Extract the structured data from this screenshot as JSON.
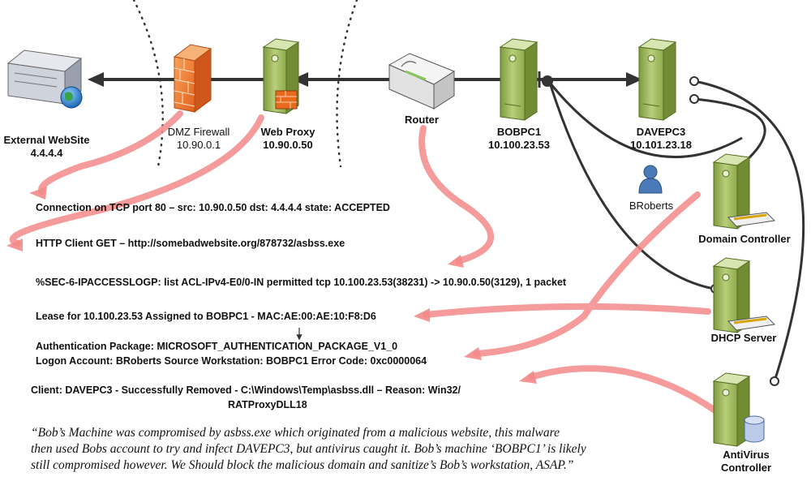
{
  "nodes": {
    "external_website": {
      "name": "External WebSite",
      "ip": "4.4.4.4"
    },
    "dmz_firewall": {
      "name": "DMZ Firewall",
      "ip": "10.90.0.1"
    },
    "web_proxy": {
      "name": "Web Proxy",
      "ip": "10.90.0.50"
    },
    "router": {
      "name": "Router"
    },
    "bobpc1": {
      "name": "BOBPC1",
      "ip": "10.100.23.53"
    },
    "davepc3": {
      "name": "DAVEPC3",
      "ip": "10.101.23.18"
    },
    "user": {
      "name": "BRoberts"
    },
    "domain_controller": {
      "name": "Domain Controller"
    },
    "dhcp_server": {
      "name": "DHCP Server"
    },
    "antivirus_controller": {
      "name_line1": "AntiVirus",
      "name_line2": "Controller"
    }
  },
  "logs": [
    "Connection on TCP port 80 – src: 10.90.0.50 dst: 4.4.4.4 state: ACCEPTED",
    "HTTP Client GET – http://somebadwebsite.org/878732/asbss.exe",
    "%SEC-6-IPACCESSLOGP: list ACL-IPv4-E0/0-IN permitted  tcp 10.100.23.53(38231) -> 10.90.0.50(3129), 1 packet",
    "Lease for 10.100.23.53 Assigned to BOBPC1  - MAC:AE:00:AE:10:F8:D6",
    "Authentication Package: MICROSOFT_AUTHENTICATION_PACKAGE_V1_0",
    "Logon Account: BRoberts Source Workstation: BOBPC1 Error Code: 0xc0000064",
    "Client: DAVEPC3 - Successfully Removed - C:\\Windows\\Temp\\asbss.dll – Reason: Win32/",
    "RATProxyDLL18"
  ],
  "quote": {
    "line1": "“Bob’s Machine was compromised by asbss.exe which originated from a malicious website, this malware",
    "line2": "then used Bobs account to try and infect DAVEPC3,  but antivirus caught it. Bob’s machine ‘BOBPC1’ is likely",
    "line3": "still compromised however. We Should block the malicious domain and sanitize’s Bob’s workstation, ASAP.”"
  },
  "colors": {
    "arrow_highlight": "#f48a8a",
    "connection_line": "#333333",
    "firewall": "#f07a2a",
    "server_body": "#a8c26a",
    "user_icon": "#4a7ab8"
  }
}
